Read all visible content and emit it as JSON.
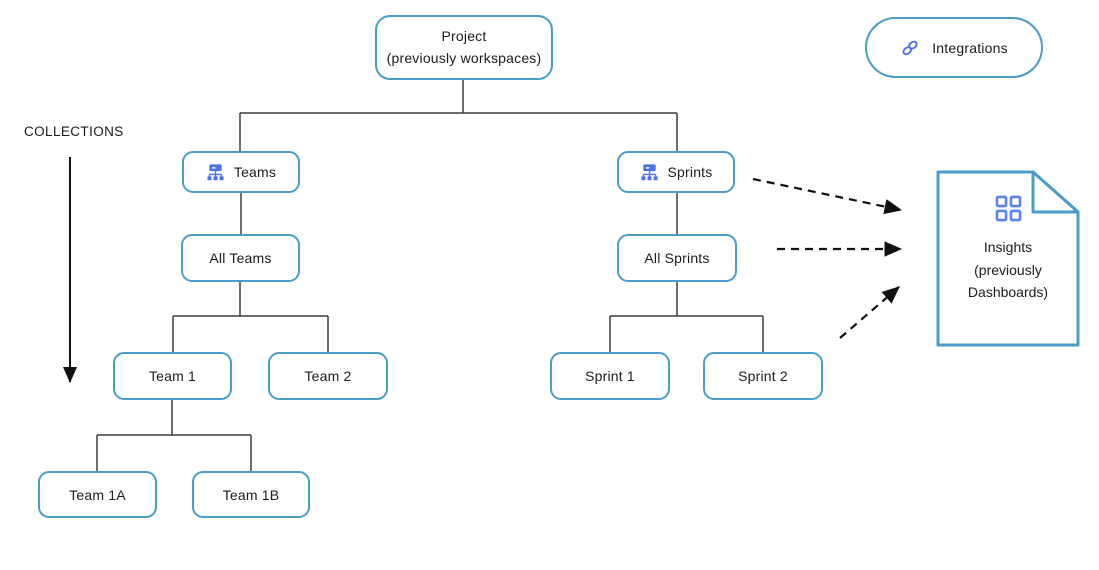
{
  "labels": {
    "collections": "COLLECTIONS"
  },
  "nodes": {
    "project": {
      "lines": [
        "Project",
        "(previously workspaces)"
      ]
    },
    "teams": {
      "label": "Teams",
      "icon": "org-chart-icon"
    },
    "sprints": {
      "label": "Sprints",
      "icon": "org-chart-icon"
    },
    "all_teams": {
      "label": "All Teams"
    },
    "all_sprints": {
      "label": "All Sprints"
    },
    "team_1": {
      "label": "Team 1"
    },
    "team_2": {
      "label": "Team 2"
    },
    "team_1a": {
      "label": "Team 1A"
    },
    "team_1b": {
      "label": "Team 1B"
    },
    "sprint_1": {
      "label": "Sprint 1"
    },
    "sprint_2": {
      "label": "Sprint 2"
    },
    "integrations": {
      "label": "Integrations",
      "icon": "link-icon"
    },
    "insights": {
      "lines": [
        "Insights",
        "(previously",
        "Dashboards)"
      ],
      "icon": "grid-icon",
      "shape": "document-folded-corner"
    }
  },
  "colors": {
    "box_border_blue": "#4A9CC9",
    "icon_blue": "#4a71e8",
    "grid_icon_blue": "#5b82ee",
    "connector_gray": "#3d3d3d",
    "arrow_black": "#111111"
  }
}
